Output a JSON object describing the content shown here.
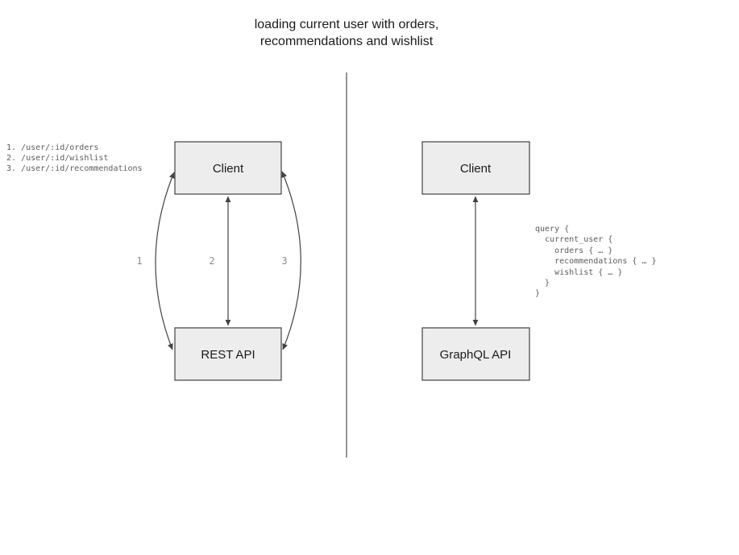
{
  "title": {
    "line1": "loading current user with orders,",
    "line2": "recommendations and wishlist"
  },
  "rest_side": {
    "endpoint_list": "1. /user/:id/orders\n2. /user/:id/wishlist\n3. /user/:id/recommendations",
    "client_label": "Client",
    "api_label": "REST API",
    "request_labels": [
      "1",
      "2",
      "3"
    ]
  },
  "graphql_side": {
    "client_label": "Client",
    "api_label": "GraphQL API",
    "query_code": "query {\n  current_user {\n    orders { … }\n    recommendations { … }\n    wishlist { … }\n  }\n}"
  },
  "colors": {
    "box_fill": "#ededed",
    "box_border": "#424242",
    "arrow": "#424242",
    "divider": "#4d4d4d",
    "code_text": "#5c5c5c",
    "label_text": "#1a1a1a",
    "number_text": "#8c8c8c",
    "title_text": "#1a1a1a"
  }
}
